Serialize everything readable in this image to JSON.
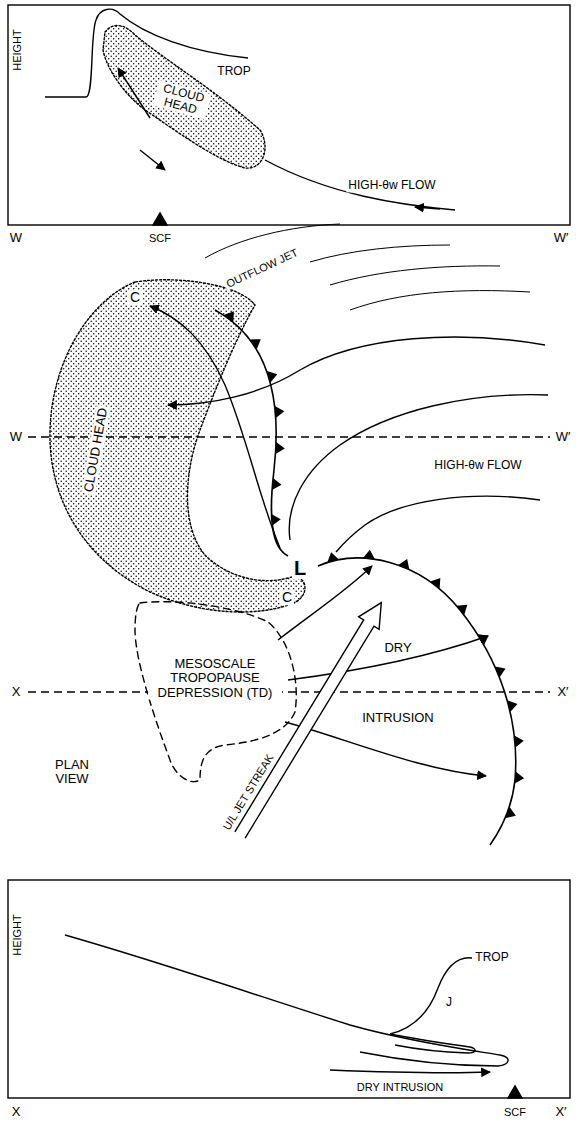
{
  "diagram": {
    "nodes": [
      {
        "text": [
          "CLOUD HEAD"
        ]
      },
      {
        "text": [
          "CLOUD HEAD"
        ]
      },
      {
        "text": [
          "MESOSCALE TROPOPAUSE DEPRESSION (TD)"
        ]
      }
    ],
    "labels": [
      "HEIGHT",
      "TROP",
      "HIGH-θw FLOW",
      "W",
      "SCF",
      "W′",
      "C",
      "OUTFLOW JET",
      "W",
      "W′",
      "HIGH-θw FLOW",
      "L",
      "C",
      "DRY",
      "X",
      "X′",
      "INTRUSION",
      "U/L JET STREAK",
      "PLAN VIEW",
      "HEIGHT",
      "TROP",
      "J",
      "DRY INTRUSION",
      "X",
      "SCF",
      "X′"
    ]
  }
}
